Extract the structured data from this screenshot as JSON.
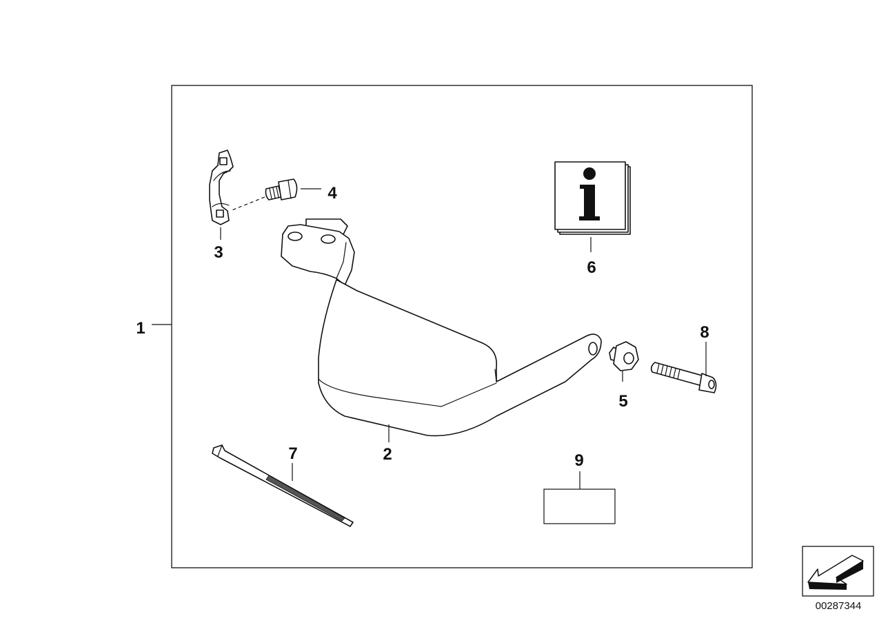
{
  "callouts": {
    "c1": "1",
    "c2": "2",
    "c3": "3",
    "c4": "4",
    "c5": "5",
    "c6": "6",
    "c7": "7",
    "c8": "8",
    "c9": "9"
  },
  "info_symbol": "i",
  "diagram_id": "00287344",
  "icons": {
    "info_book": "info-book-icon",
    "nav_arrow": "arrow-left-down-icon"
  }
}
